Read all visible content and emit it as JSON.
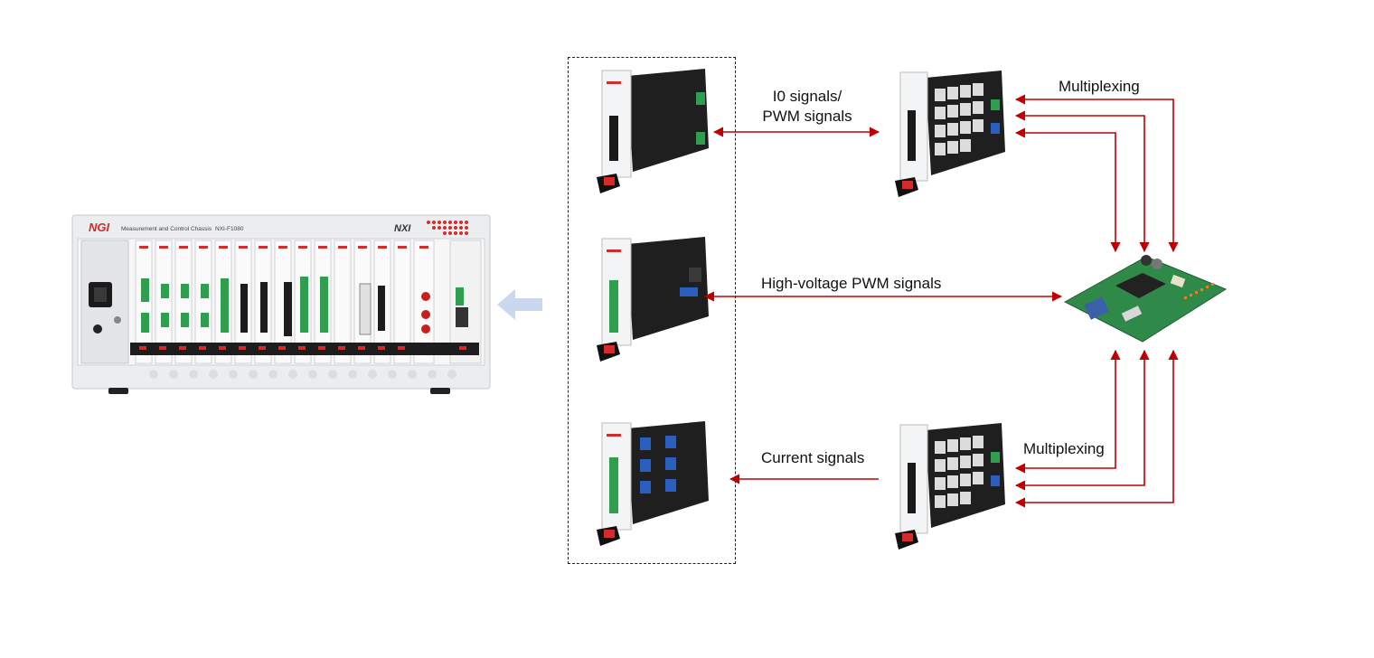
{
  "chassis": {
    "brand": "NGI",
    "title": "Measurement and Control Chassis",
    "model": "NXI-F1080",
    "series_mark": "NXI"
  },
  "labels": {
    "io_signals_line1": "I0 signals/",
    "io_signals_line2": "PWM signals",
    "high_voltage": "High-voltage PWM signals",
    "current_signals": "Current signals",
    "multiplexing_top": "Multiplexing",
    "multiplexing_bottom": "Multiplexing"
  },
  "colors": {
    "arrow": "#c00000",
    "pcb": "#1f1f1f",
    "board_green": "#2f8a4a",
    "chassis_body": "#ecedef",
    "brand_red": "#d42b2b",
    "pointer_arrow": "#c9d7ef"
  }
}
